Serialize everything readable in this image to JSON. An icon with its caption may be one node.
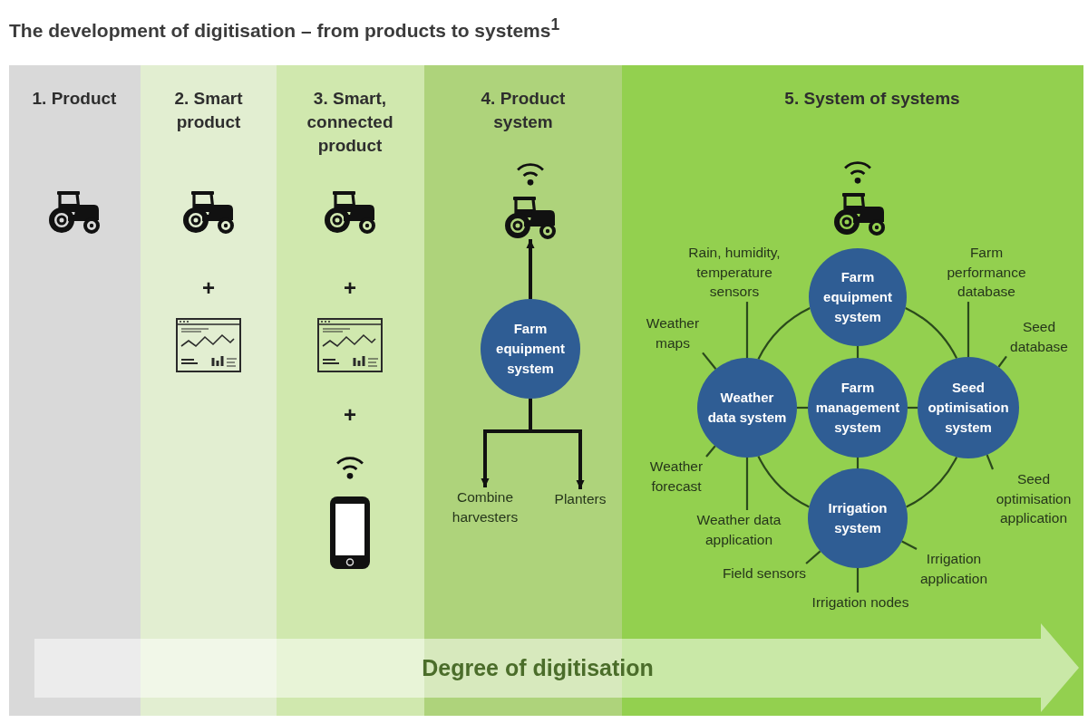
{
  "diagram": {
    "title": "The development of digitisation – from products to systems$^{1}$",
    "nodes": [
      {
        "text": [
          "1. Product"
        ]
      },
      {
        "text": [
          "2. Smart product"
        ]
      },
      {
        "text": [
          "3. Smart, connected product"
        ]
      },
      {
        "text": [
          "4. Product system"
        ]
      },
      {
        "text": [],
        "shape": "picture",
        "in": 3
      },
      {
        "text": [
          "Farm equipment system"
        ],
        "in": 3
      },
      {
        "text": [
          "Combine harvesters"
        ],
        "in": 3
      },
      {
        "text": [
          "Planters"
        ],
        "in": 3
      },
      {
        "text": [
          "5. System of systems"
        ]
      },
      {
        "text": [
          "Rain, humidity, temperature sensors"
        ],
        "in": 8
      },
      {
        "text": [
          "Farm equipment system"
        ],
        "in": 8
      },
      {
        "text": [
          "Farm performance database"
        ],
        "in": 8
      },
      {
        "text": [
          "Weather maps"
        ],
        "in": 8
      },
      {
        "text": [
          "Seed database"
        ],
        "in": 8
      },
      {
        "text": [
          "Weather data system"
        ],
        "in": 8
      },
      {
        "text": [
          "Farm management system"
        ],
        "in": 8
      },
      {
        "text": [
          "Seed optimisation system"
        ],
        "in": 8
      },
      {
        "text": [
          "Weather forecast"
        ],
        "in": 8
      },
      {
        "text": [
          "Seed optimisation application"
        ],
        "in": 8
      },
      {
        "text": [
          "Weather data application"
        ],
        "in": 8
      },
      {
        "text": [
          "Irrigation system"
        ],
        "in": 8
      },
      {
        "text": [
          "Field sensors"
        ],
        "in": 8
      },
      {
        "text": [
          "Irrigation application"
        ],
        "in": 8
      },
      {
        "text": [
          "Irrigation nodes"
        ],
        "in": 8
      },
      {
        "text": [
          "Degree of digitisation"
        ]
      }
    ],
    "edges": [
      {
        "from": 5,
        "to": 4,
        "arrow": "to",
        "style": "thick",
        "color": "#111111"
      },
      {
        "from": 5,
        "to": 6,
        "arrow": "to",
        "style": "thick",
        "color": "#111111"
      },
      {
        "from": 5,
        "to": 7,
        "arrow": "to",
        "style": "thick",
        "color": "#111111"
      },
      {
        "from": 10,
        "to": 14,
        "arrow": "none"
      },
      {
        "from": 10,
        "to": 16,
        "arrow": "none"
      },
      {
        "from": 14,
        "to": 20,
        "arrow": "none"
      },
      {
        "from": 16,
        "to": 20,
        "arrow": "none"
      },
      {
        "from": 10,
        "to": 15,
        "arrow": "none"
      },
      {
        "from": 14,
        "to": 15,
        "arrow": "none"
      },
      {
        "from": 15,
        "to": 16,
        "arrow": "none"
      },
      {
        "from": 15,
        "to": 20,
        "arrow": "none"
      },
      {
        "from": 9,
        "to": 14,
        "arrow": "none"
      },
      {
        "from": 12,
        "to": 14,
        "arrow": "none"
      },
      {
        "from": 17,
        "to": 14,
        "arrow": "none"
      },
      {
        "from": 19,
        "to": 14,
        "arrow": "none"
      },
      {
        "from": 11,
        "to": 16,
        "arrow": "none"
      },
      {
        "from": 13,
        "to": 16,
        "arrow": "none"
      },
      {
        "from": 18,
        "to": 16,
        "arrow": "none"
      },
      {
        "from": 21,
        "to": 20,
        "arrow": "none"
      },
      {
        "from": 23,
        "to": 20,
        "arrow": "none"
      },
      {
        "from": 22,
        "to": 20,
        "arrow": "none"
      }
    ],
    "labels": [
      "+",
      "+",
      "+"
    ]
  }
}
